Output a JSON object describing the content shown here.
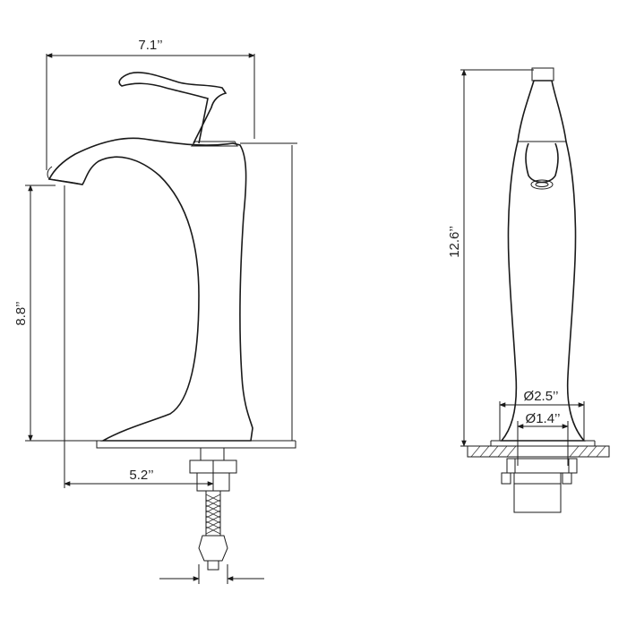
{
  "dimensions": {
    "overall_width": "7.1’’",
    "spout_height": "8.8’’",
    "spout_reach": "5.2’’",
    "overall_height": "12.6’’",
    "base_diameter": "Ø2.5’’",
    "hole_diameter": "Ø1.4’’"
  }
}
